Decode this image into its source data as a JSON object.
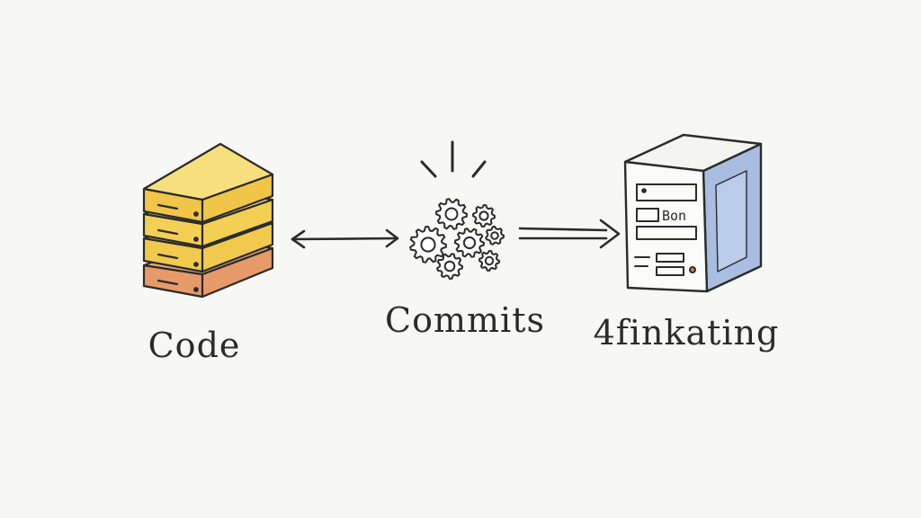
{
  "diagram": {
    "nodes": [
      {
        "id": "code",
        "label": "Code",
        "icon": "stacked-drives-icon"
      },
      {
        "id": "commits",
        "label": "Commits",
        "icon": "gears-icon"
      },
      {
        "id": "server",
        "label": "4finkating",
        "icon": "server-tower-icon"
      }
    ],
    "edges": [
      {
        "from": "code",
        "to": "commits",
        "style": "bidirectional-arrow"
      },
      {
        "from": "commits",
        "to": "server",
        "style": "double-line-arrow"
      }
    ],
    "server_panel_text": "Bon",
    "colors": {
      "ink": "#2b2b2b",
      "drive_yellow": "#f3cf53",
      "drive_yellow_light": "#f8df7e",
      "drive_orange": "#e79a69",
      "server_blue": "#8ea9d8",
      "background": "#f7f7f5"
    }
  }
}
